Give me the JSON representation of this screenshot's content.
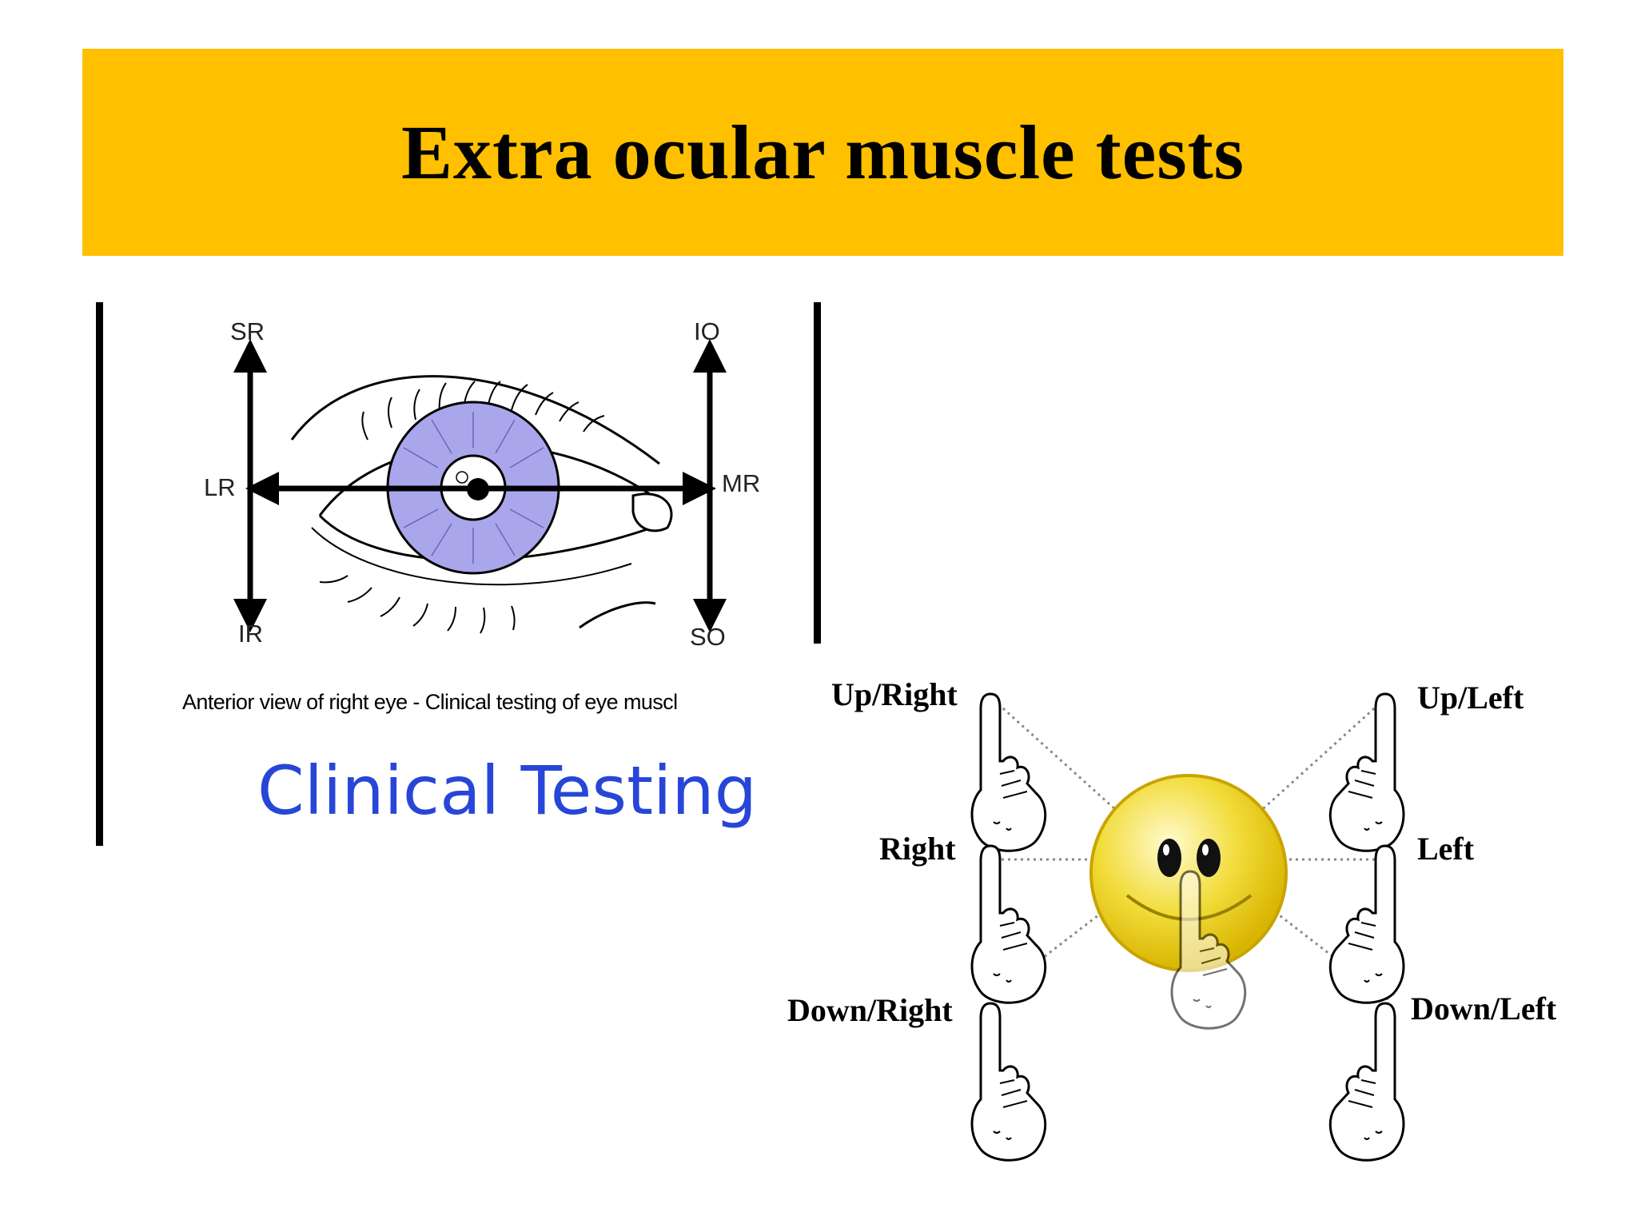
{
  "slide": {
    "title": "Extra ocular muscle tests",
    "banner_color": "#FFC000"
  },
  "eye_diagram": {
    "labels": {
      "sr": "SR",
      "io": "IO",
      "lr": "LR",
      "mr": "MR",
      "ir": "IR",
      "so": "SO"
    },
    "iris_color": "#A9A6EB",
    "caption": "Anterior view of right eye - Clinical testing of eye muscl",
    "subtitle": "Clinical Testing",
    "subtitle_color": "#2746D8"
  },
  "gaze_diagram": {
    "labels": {
      "up_right": "Up/Right",
      "up_left": "Up/Left",
      "right": "Right",
      "left": "Left",
      "down_right": "Down/Right",
      "down_left": "Down/Left"
    },
    "face_color": "#F2DC3A"
  }
}
